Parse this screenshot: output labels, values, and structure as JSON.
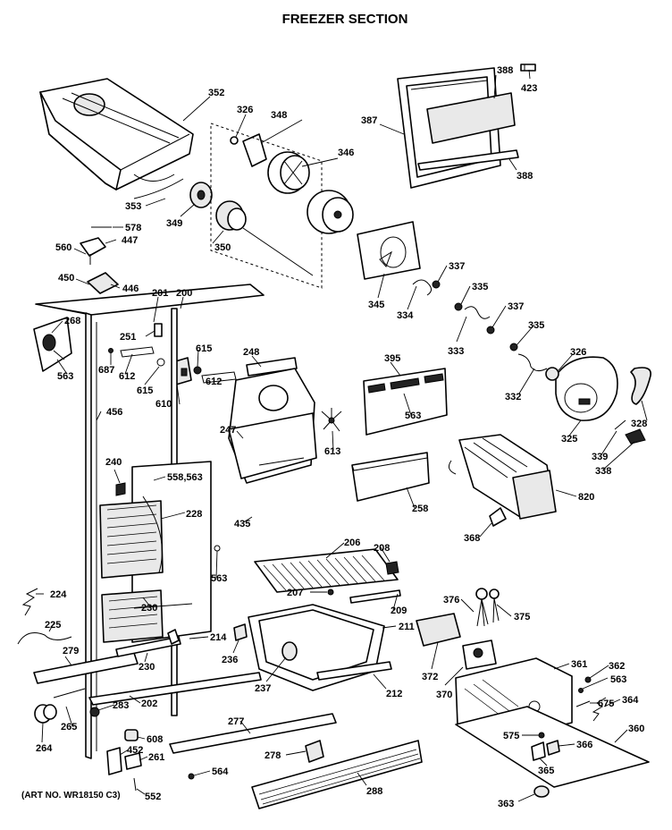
{
  "title": "FREEZER SECTION",
  "art_number": "(ART NO. WR18150 C3)",
  "callouts": {
    "c352": "352",
    "c326a": "326",
    "c348": "348",
    "c388a": "388",
    "c423": "423",
    "c387": "387",
    "c346": "346",
    "c388b": "388",
    "c353": "353",
    "c349": "349",
    "c578": "578",
    "c447": "447",
    "c560": "560",
    "c350": "350",
    "c450": "450",
    "c446": "446",
    "c337a": "337",
    "c345": "345",
    "c335a": "335",
    "c334": "334",
    "c201": "201",
    "c200": "200",
    "c268": "268",
    "c337b": "337",
    "c335b": "335",
    "c251": "251",
    "c333": "333",
    "c248": "248",
    "c615a": "615",
    "c687": "687",
    "c612a": "612",
    "c395": "395",
    "c326b": "326",
    "c563a": "563",
    "c615b": "615",
    "c610": "610",
    "c612b": "612",
    "c332": "332",
    "c456": "456",
    "c563b": "563",
    "c328": "328",
    "c247": "247",
    "c325": "325",
    "c613": "613",
    "c339": "339",
    "c240": "240",
    "c558": "558,563",
    "c338": "338",
    "c820": "820",
    "c228": "228",
    "c435": "435",
    "c258": "258",
    "c368": "368",
    "c206": "206",
    "c208": "208",
    "c563c": "563",
    "c224": "224",
    "c207": "207",
    "c376": "376",
    "c375": "375",
    "c230a": "230",
    "c209": "209",
    "c211": "211",
    "c225": "225",
    "c214": "214",
    "c279": "279",
    "c236": "236",
    "c372": "372",
    "c361": "361",
    "c362": "362",
    "c230b": "230",
    "c563d": "563",
    "c370": "370",
    "c237": "237",
    "c212": "212",
    "c675": "675",
    "c364": "364",
    "c202": "202",
    "c283": "283",
    "c277": "277",
    "c360": "360",
    "c265": "265",
    "c575": "575",
    "c366": "366",
    "c264": "264",
    "c608": "608",
    "c452": "452",
    "c261": "261",
    "c278": "278",
    "c365": "365",
    "c564": "564",
    "c288": "288",
    "c363": "363",
    "c552": "552"
  }
}
